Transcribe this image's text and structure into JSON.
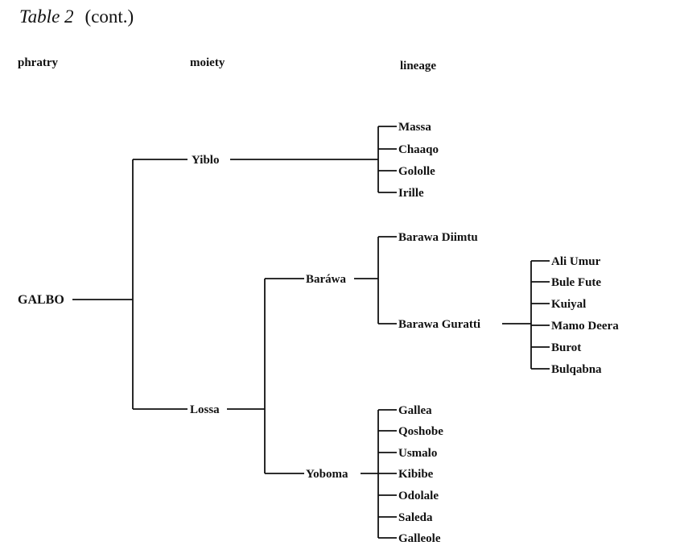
{
  "caption": {
    "table": "Table 2",
    "cont": "(cont.)"
  },
  "headers": {
    "col1": "phratry",
    "col2": "moiety",
    "col3": "lineage"
  },
  "tree": {
    "root": "GALBO",
    "moieties": {
      "yiblo": "Yiblo",
      "lossa": "Lossa"
    },
    "sub": {
      "barawa": "Baráwa",
      "yoboma": "Yoboma"
    },
    "yiblo_lineages": [
      "Massa",
      "Chaaqo",
      "Gololle",
      "Irille"
    ],
    "barawa_lineages": [
      "Barawa Diimtu",
      "Barawa Guratti"
    ],
    "guratti_sublineages": [
      "Ali Umur",
      "Bule Fute",
      "Kuiyal",
      "Mamo Deera",
      "Burot",
      "Bulqabna"
    ],
    "yoboma_lineages": [
      "Gallea",
      "Qoshobe",
      "Usmalo",
      "Kibibe",
      "Odolale",
      "Saleda",
      "Galleole"
    ]
  }
}
